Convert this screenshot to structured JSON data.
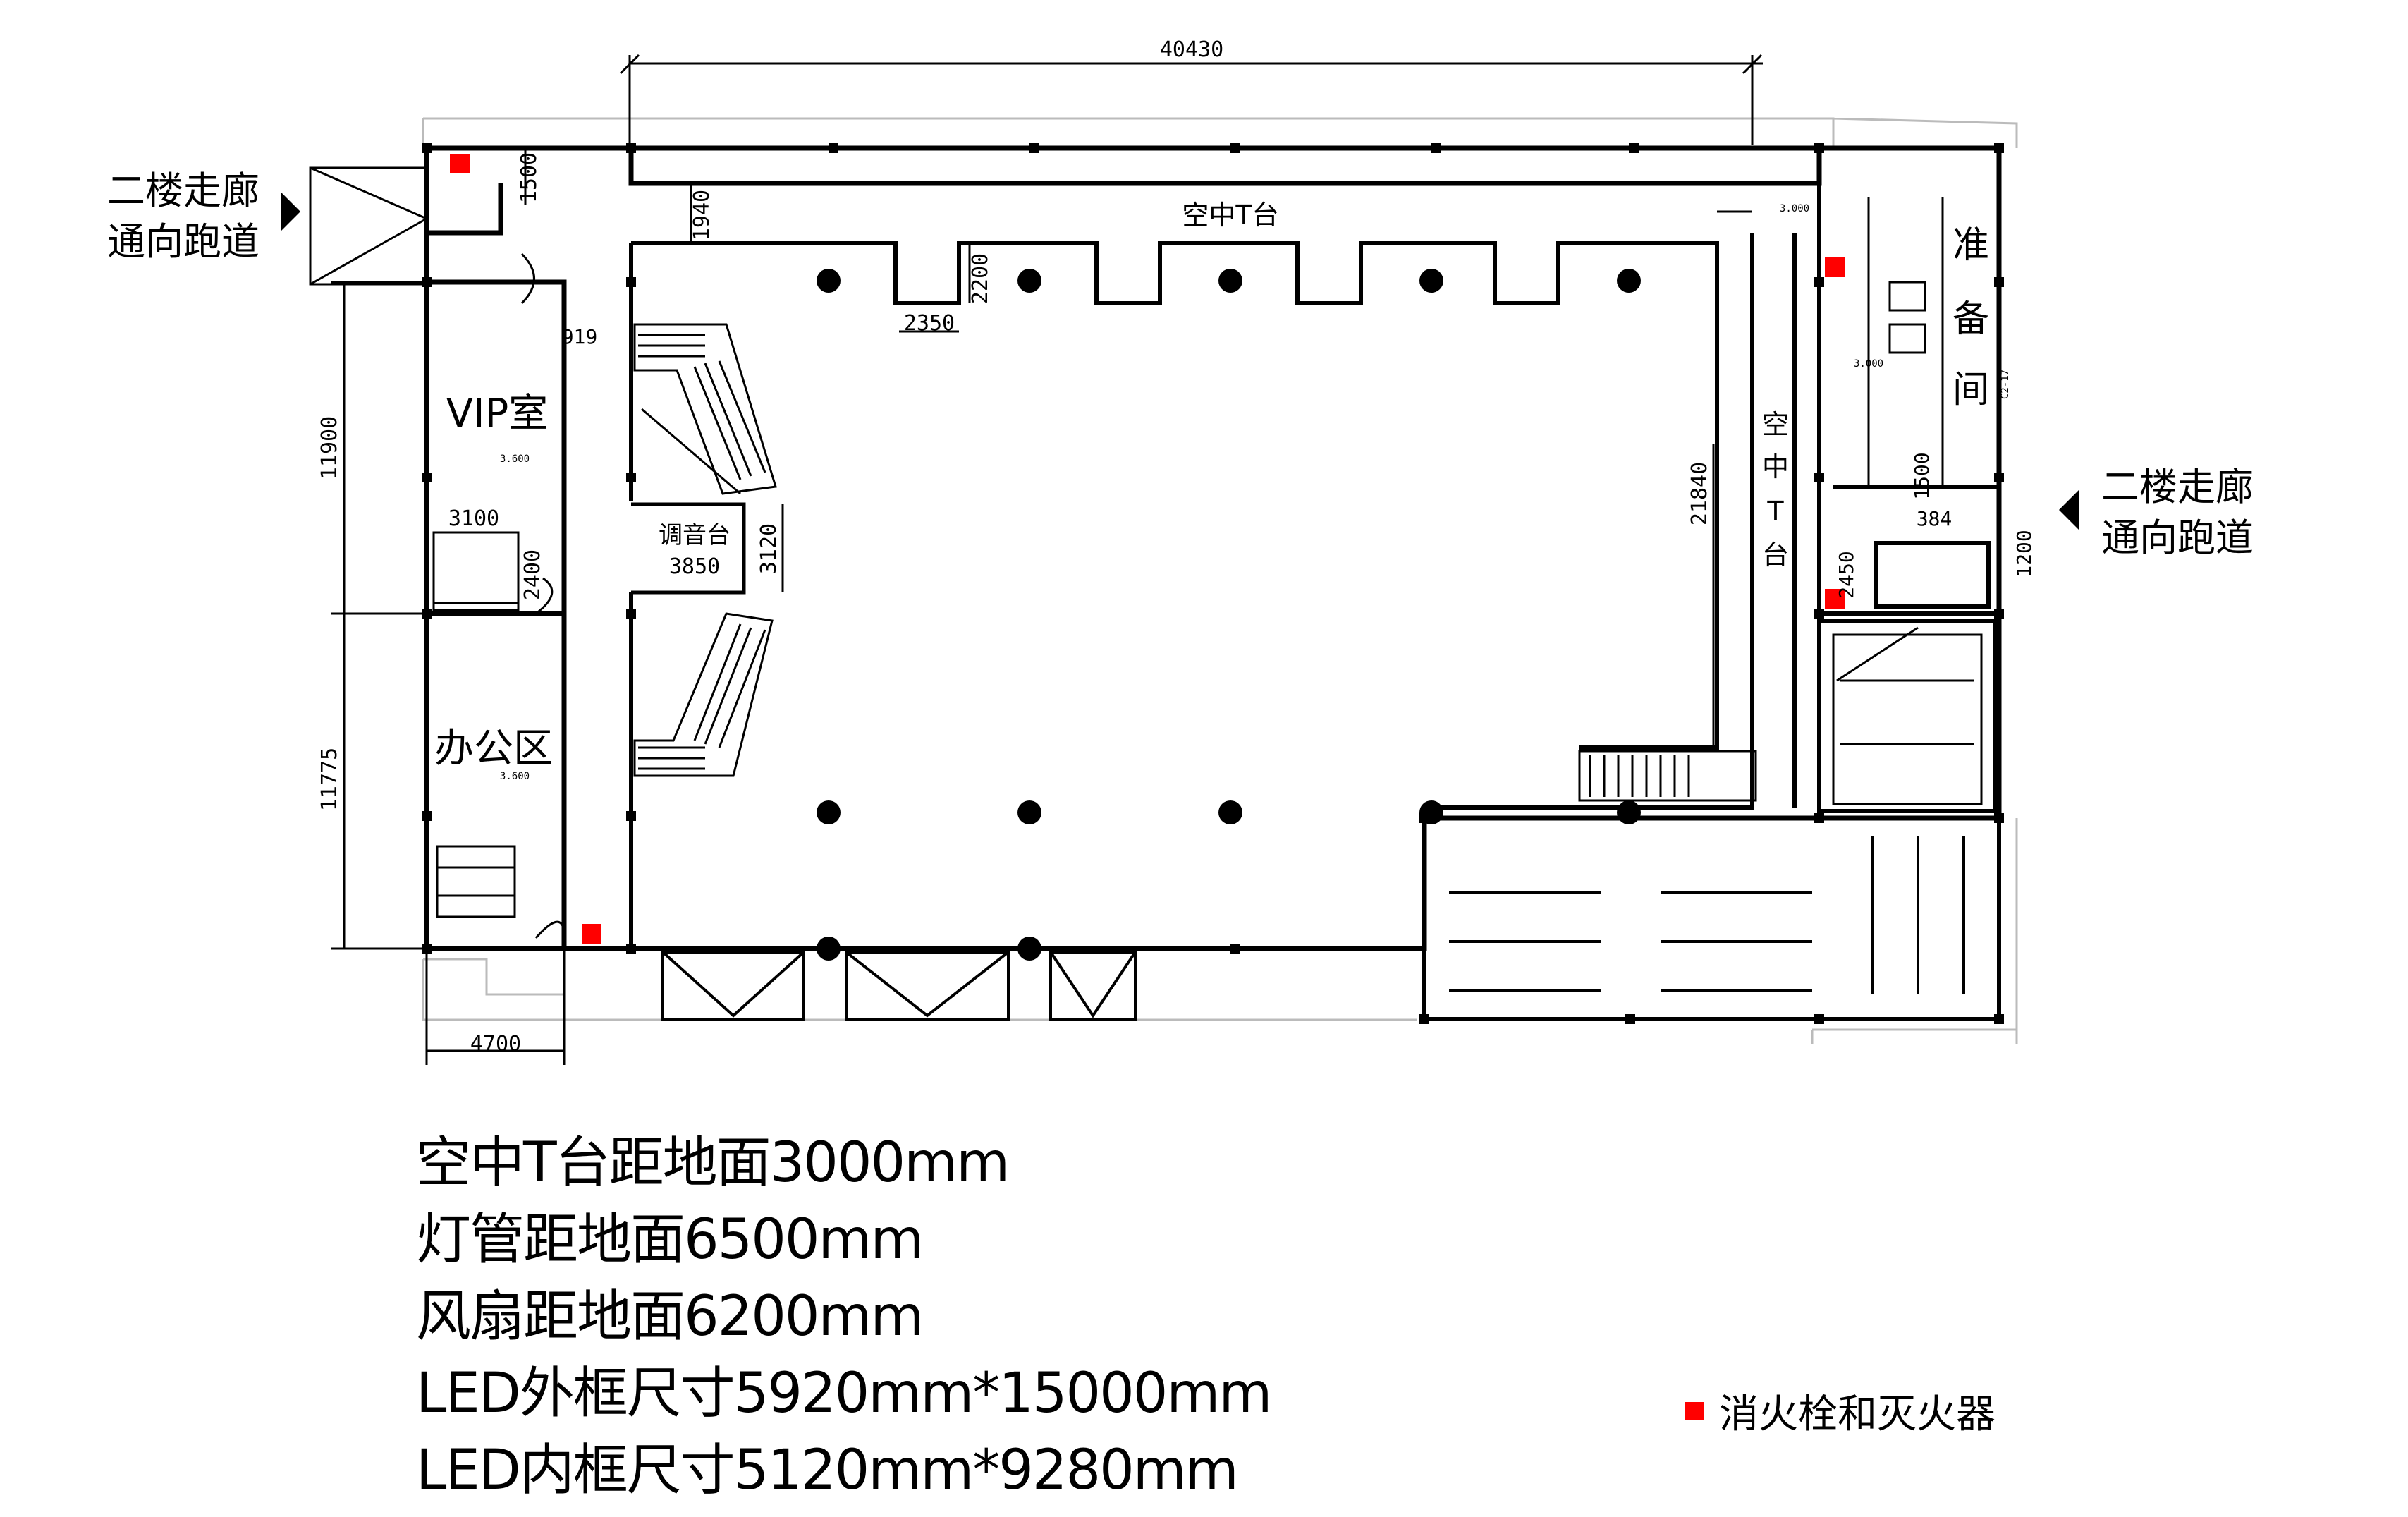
{
  "dimensions": {
    "total_width": "40430",
    "corridor_depth": "1500",
    "t_offset": "1940",
    "notch_depth": "2200",
    "notch_width": "2350",
    "stair_gap": "919",
    "upper_room": "11900",
    "lower_room": "11775",
    "toilet_width": "3100",
    "toilet_depth": "2400",
    "console_depth": "3120",
    "t_length": "21840",
    "left_width": "4700",
    "right_1500": "1500",
    "right_384": "384",
    "right_2450": "2450",
    "right_1200": "1200"
  },
  "rooms": {
    "runway_top": "空中T台",
    "runway_right": [
      "空",
      "中",
      "T",
      "台"
    ],
    "vip": "VIP室",
    "office": "办公区",
    "console": "调音台",
    "console_width": "3850",
    "prep": [
      "准",
      "备",
      "间"
    ]
  },
  "levels": {
    "vip_level": "3.600",
    "office_level": "3.600",
    "runway_level": "3.000",
    "prep_level": "3.000",
    "grid_tag": "C2-17"
  },
  "corridors": {
    "left": [
      "二楼走廊",
      "通向跑道"
    ],
    "right": [
      "二楼走廊",
      "通向跑道"
    ]
  },
  "notes": [
    "空中T台距地面3000mm",
    "灯管距地面6500mm",
    "风扇距地面6200mm",
    "LED外框尺寸5920mm*15000mm",
    "LED内框尺寸5120mm*9280mm"
  ],
  "legend": {
    "label": "消火栓和灭火器",
    "color": "#ff0000"
  },
  "colors": {
    "line": "#000000",
    "hydrant": "#ff0000",
    "faint": "#bbbbbb"
  }
}
